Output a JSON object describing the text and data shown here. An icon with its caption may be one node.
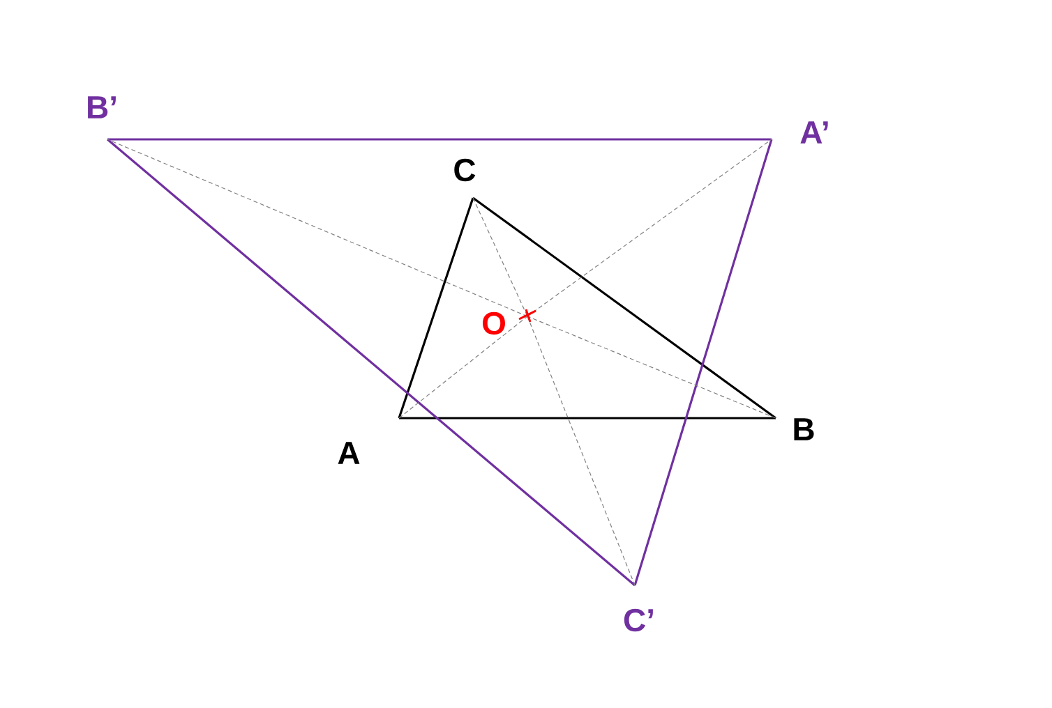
{
  "diagram": {
    "nodes": [
      {
        "text": [
          "A"
        ]
      },
      {
        "text": [
          "B"
        ]
      },
      {
        "text": [
          "C"
        ]
      },
      {
        "text": [
          "A’"
        ]
      },
      {
        "text": [
          "B’"
        ]
      },
      {
        "text": [
          "C’"
        ]
      },
      {
        "text": [
          "O"
        ]
      },
      {
        "text": [],
        "shape": "cross"
      }
    ],
    "edges": [
      {
        "from": 0,
        "to": 1,
        "arrow": "none",
        "color": "#000000"
      },
      {
        "from": 1,
        "to": 2,
        "arrow": "none",
        "color": "#000000"
      },
      {
        "from": 2,
        "to": 0,
        "arrow": "none",
        "color": "#000000"
      },
      {
        "from": 3,
        "to": 4,
        "arrow": "none",
        "color": "#7030a0"
      },
      {
        "from": 4,
        "to": 5,
        "arrow": "none",
        "color": "#7030a0"
      },
      {
        "from": 5,
        "to": 3,
        "arrow": "none",
        "color": "#7030a0"
      },
      {
        "from": 0,
        "to": 7,
        "arrow": "none",
        "style": "dashed"
      },
      {
        "from": 7,
        "to": 3,
        "arrow": "none",
        "style": "dashed"
      },
      {
        "from": 1,
        "to": 7,
        "arrow": "none",
        "style": "dashed"
      },
      {
        "from": 7,
        "to": 4,
        "arrow": "none",
        "style": "dashed"
      },
      {
        "from": 2,
        "to": 7,
        "arrow": "none",
        "style": "dashed"
      },
      {
        "from": 7,
        "to": 5,
        "arrow": "none",
        "style": "dashed"
      }
    ]
  }
}
